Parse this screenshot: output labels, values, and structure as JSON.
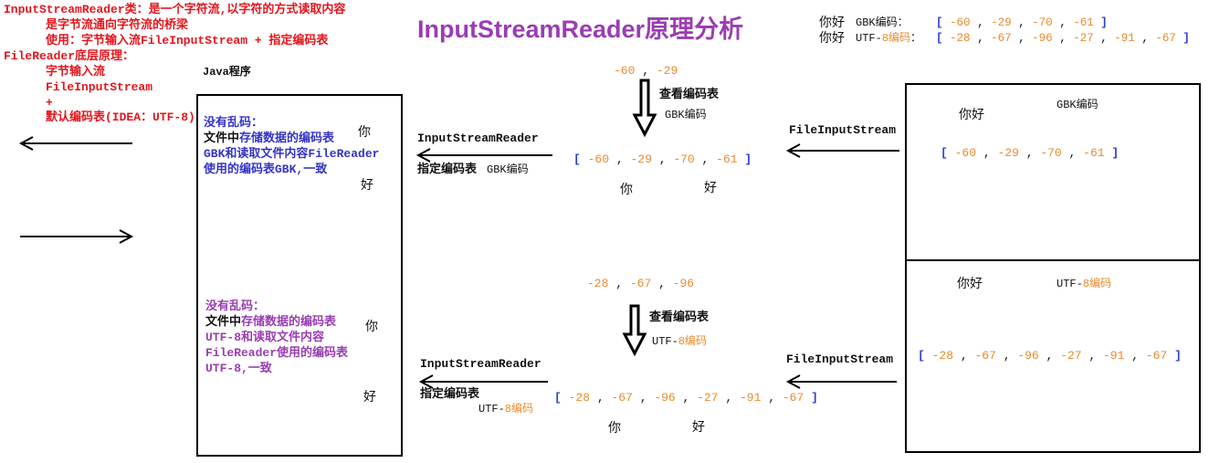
{
  "title": "InputStreamReader原理分析",
  "intro": {
    "line1": "InputStreamReader类：是一个字符流,以字符的方式读取内容",
    "line2": "是字节流通向字符流的桥梁",
    "line3": "使用：字节输入流FileInputStream + 指定编码表",
    "line4": "FileReader底层原理：",
    "line5": "字节输入流",
    "line6": "FileInputStream",
    "line7": "+",
    "line8": "默认编码表(IDEA：UTF-8)"
  },
  "legend": {
    "gbk": {
      "text": "你好",
      "encoding": "GBK编码",
      "colon": "：",
      "bytes": [
        -60,
        -29,
        -70,
        -61
      ]
    },
    "utf8": {
      "text": "你好",
      "encoding_a": "UTF-",
      "encoding_b": "8编码",
      "colon": "：",
      "bytes": [
        -28,
        -67,
        -96,
        -27,
        -91,
        -67
      ]
    }
  },
  "program_label": "Java程序",
  "java_program": {
    "gbk_note": {
      "line1": "没有乱码：",
      "line2_a": "文件中",
      "line2_b": "存储数据的编码表",
      "line3": "GBK和读取文件内容FileReader",
      "line4": "使用的编码表GBK,一致",
      "char1": "你",
      "char2": "好"
    },
    "utf8_note": {
      "line1": "没有乱码：",
      "line2_a": "文件中",
      "line2_b": "存储数据的编码表",
      "line3": "UTF-8和读取文件内容",
      "line4": "FileReader使用的编码表",
      "line5": "UTF-8,一致",
      "char1": "你",
      "char2": "好"
    }
  },
  "gbk_flow": {
    "reader_label": "InputStreamReader",
    "specify_label": "指定编码表",
    "specify_encoding": "GBK编码",
    "partial_bytes": [
      -60,
      -29
    ],
    "lookup_label": "查看编码表",
    "lookup_encoding": "GBK编码",
    "decoded_bytes": [
      -60,
      -29,
      -70,
      -61
    ],
    "char1": "你",
    "char2": "好",
    "stream_label": "FileInputStream"
  },
  "utf8_flow": {
    "reader_label": "InputStreamReader",
    "specify_label": "指定编码表",
    "specify_encoding_a": "UTF-",
    "specify_encoding_b": "8编码",
    "partial_bytes": [
      -28,
      -67,
      -96
    ],
    "lookup_label": "查看编码表",
    "lookup_encoding_a": "UTF-",
    "lookup_encoding_b": "8编码",
    "decoded_bytes": [
      -28,
      -67,
      -96,
      -27,
      -91,
      -67
    ],
    "char1": "你",
    "char2": "好",
    "stream_label": "FileInputStream"
  },
  "file": {
    "gbk": {
      "text": "你好",
      "encoding": "GBK编码",
      "bytes": [
        -60,
        -29,
        -70,
        -61
      ]
    },
    "utf8": {
      "text": "你好",
      "encoding_a": "UTF-",
      "encoding_b": "8编码",
      "bytes": [
        -28,
        -67,
        -96,
        -27,
        -91,
        -67
      ]
    }
  },
  "array_format": {
    "open": "[",
    "separator": ",",
    "close": "]"
  },
  "colors": {
    "red": "#e3161d",
    "blue": "#3434c4",
    "purple": "#9a3db2",
    "orange": "#e98a2e",
    "bracket": "#2b3fd0",
    "ink": "#111111"
  }
}
